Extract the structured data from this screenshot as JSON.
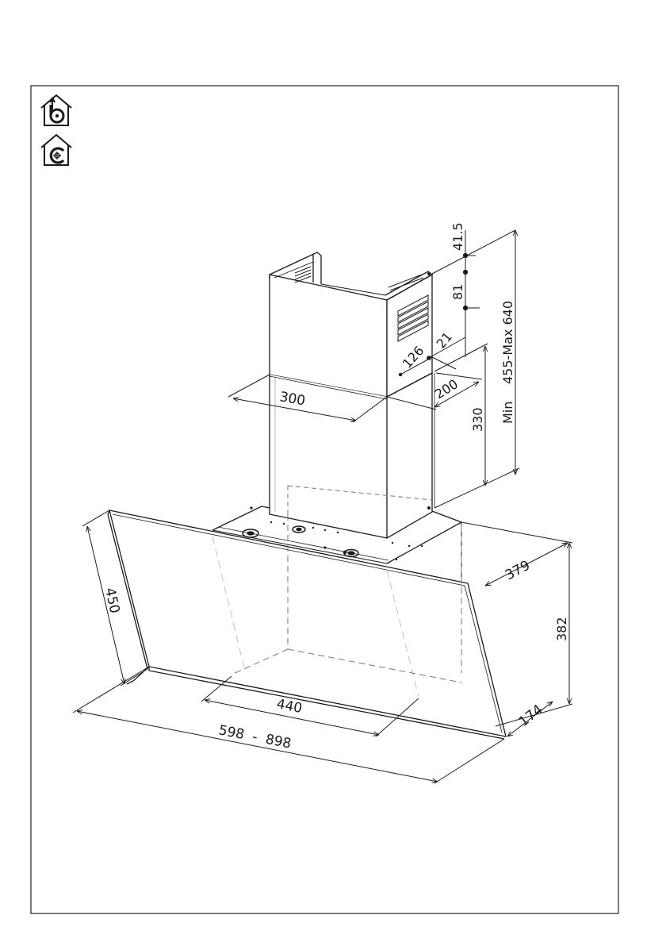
{
  "icons": {
    "top": "ducted-extraction-icon",
    "bottom": "recirculation-icon"
  },
  "dimensions": {
    "d41_5": "41.5",
    "d81": "81",
    "d640": "455-Max  640",
    "d640_min": "Min",
    "d126": "126",
    "d21": "21",
    "d300": "300",
    "d200": "200",
    "d330": "330",
    "d450": "450",
    "d379": "379",
    "d382": "382",
    "d440": "440",
    "d598": "598  -  898",
    "d174": "174"
  },
  "colors": {
    "line": "#1a1a1a",
    "frame": "#222222",
    "dashed": "#777777",
    "hidden": "#bbbbbb"
  }
}
